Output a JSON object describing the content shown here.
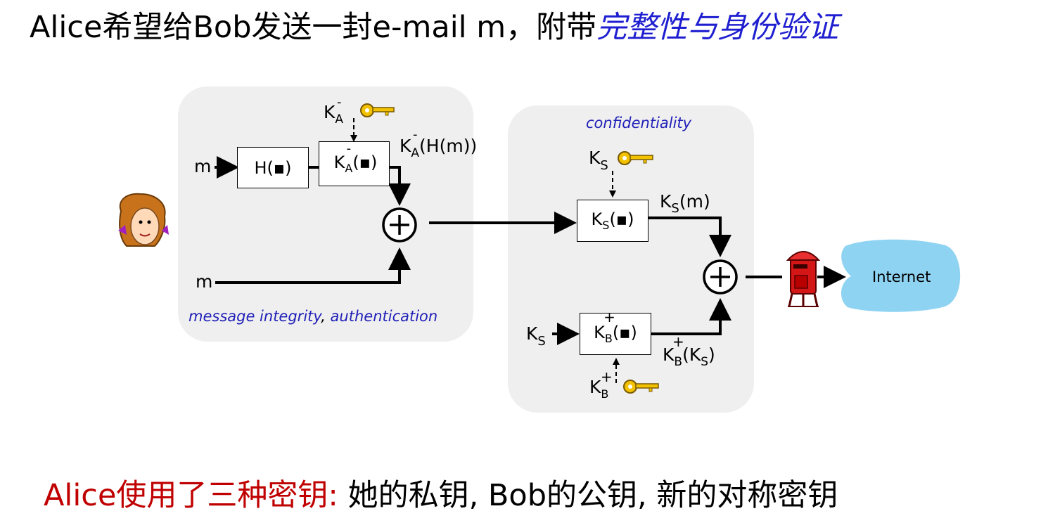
{
  "title": {
    "prefix": "Alice希望给Bob发送一封e-mail m，附带",
    "highlight": "完整性与身份验证"
  },
  "diagram": {
    "integrity_panel": {
      "caption_part1": "message integrity",
      "caption_sep": ", ",
      "caption_part2": "authentication",
      "hash_box": "H(▪)",
      "sign_box": "(▪)",
      "input_top": "m",
      "input_bottom": "m",
      "key_label": "K",
      "key_sup": "-",
      "key_sub": "A",
      "sign_out": "(H(m))"
    },
    "confidentiality_panel": {
      "caption": "confidentiality",
      "sym_box": "(▪)",
      "sym_key": "K",
      "sym_key_sub": "S",
      "sym_out": "(m)",
      "pub_box": "(▪)",
      "pub_in": "K",
      "pub_in_sub": "S",
      "pub_key": "K",
      "pub_key_sup": "+",
      "pub_key_sub": "B",
      "pub_out": "(K",
      "pub_out_close": ")"
    },
    "cloud_label": "Internet"
  },
  "bottom": {
    "highlight": "Alice使用了三种密钥:",
    "rest": " 她的私钥, Bob的公钥, 新的对称密钥"
  },
  "colors": {
    "title_highlight": "#1f1fd1",
    "caption": "#1f1fb8",
    "bottom_highlight": "#c00000",
    "cloud": "#8fd3f2",
    "panel": "#efefef"
  }
}
